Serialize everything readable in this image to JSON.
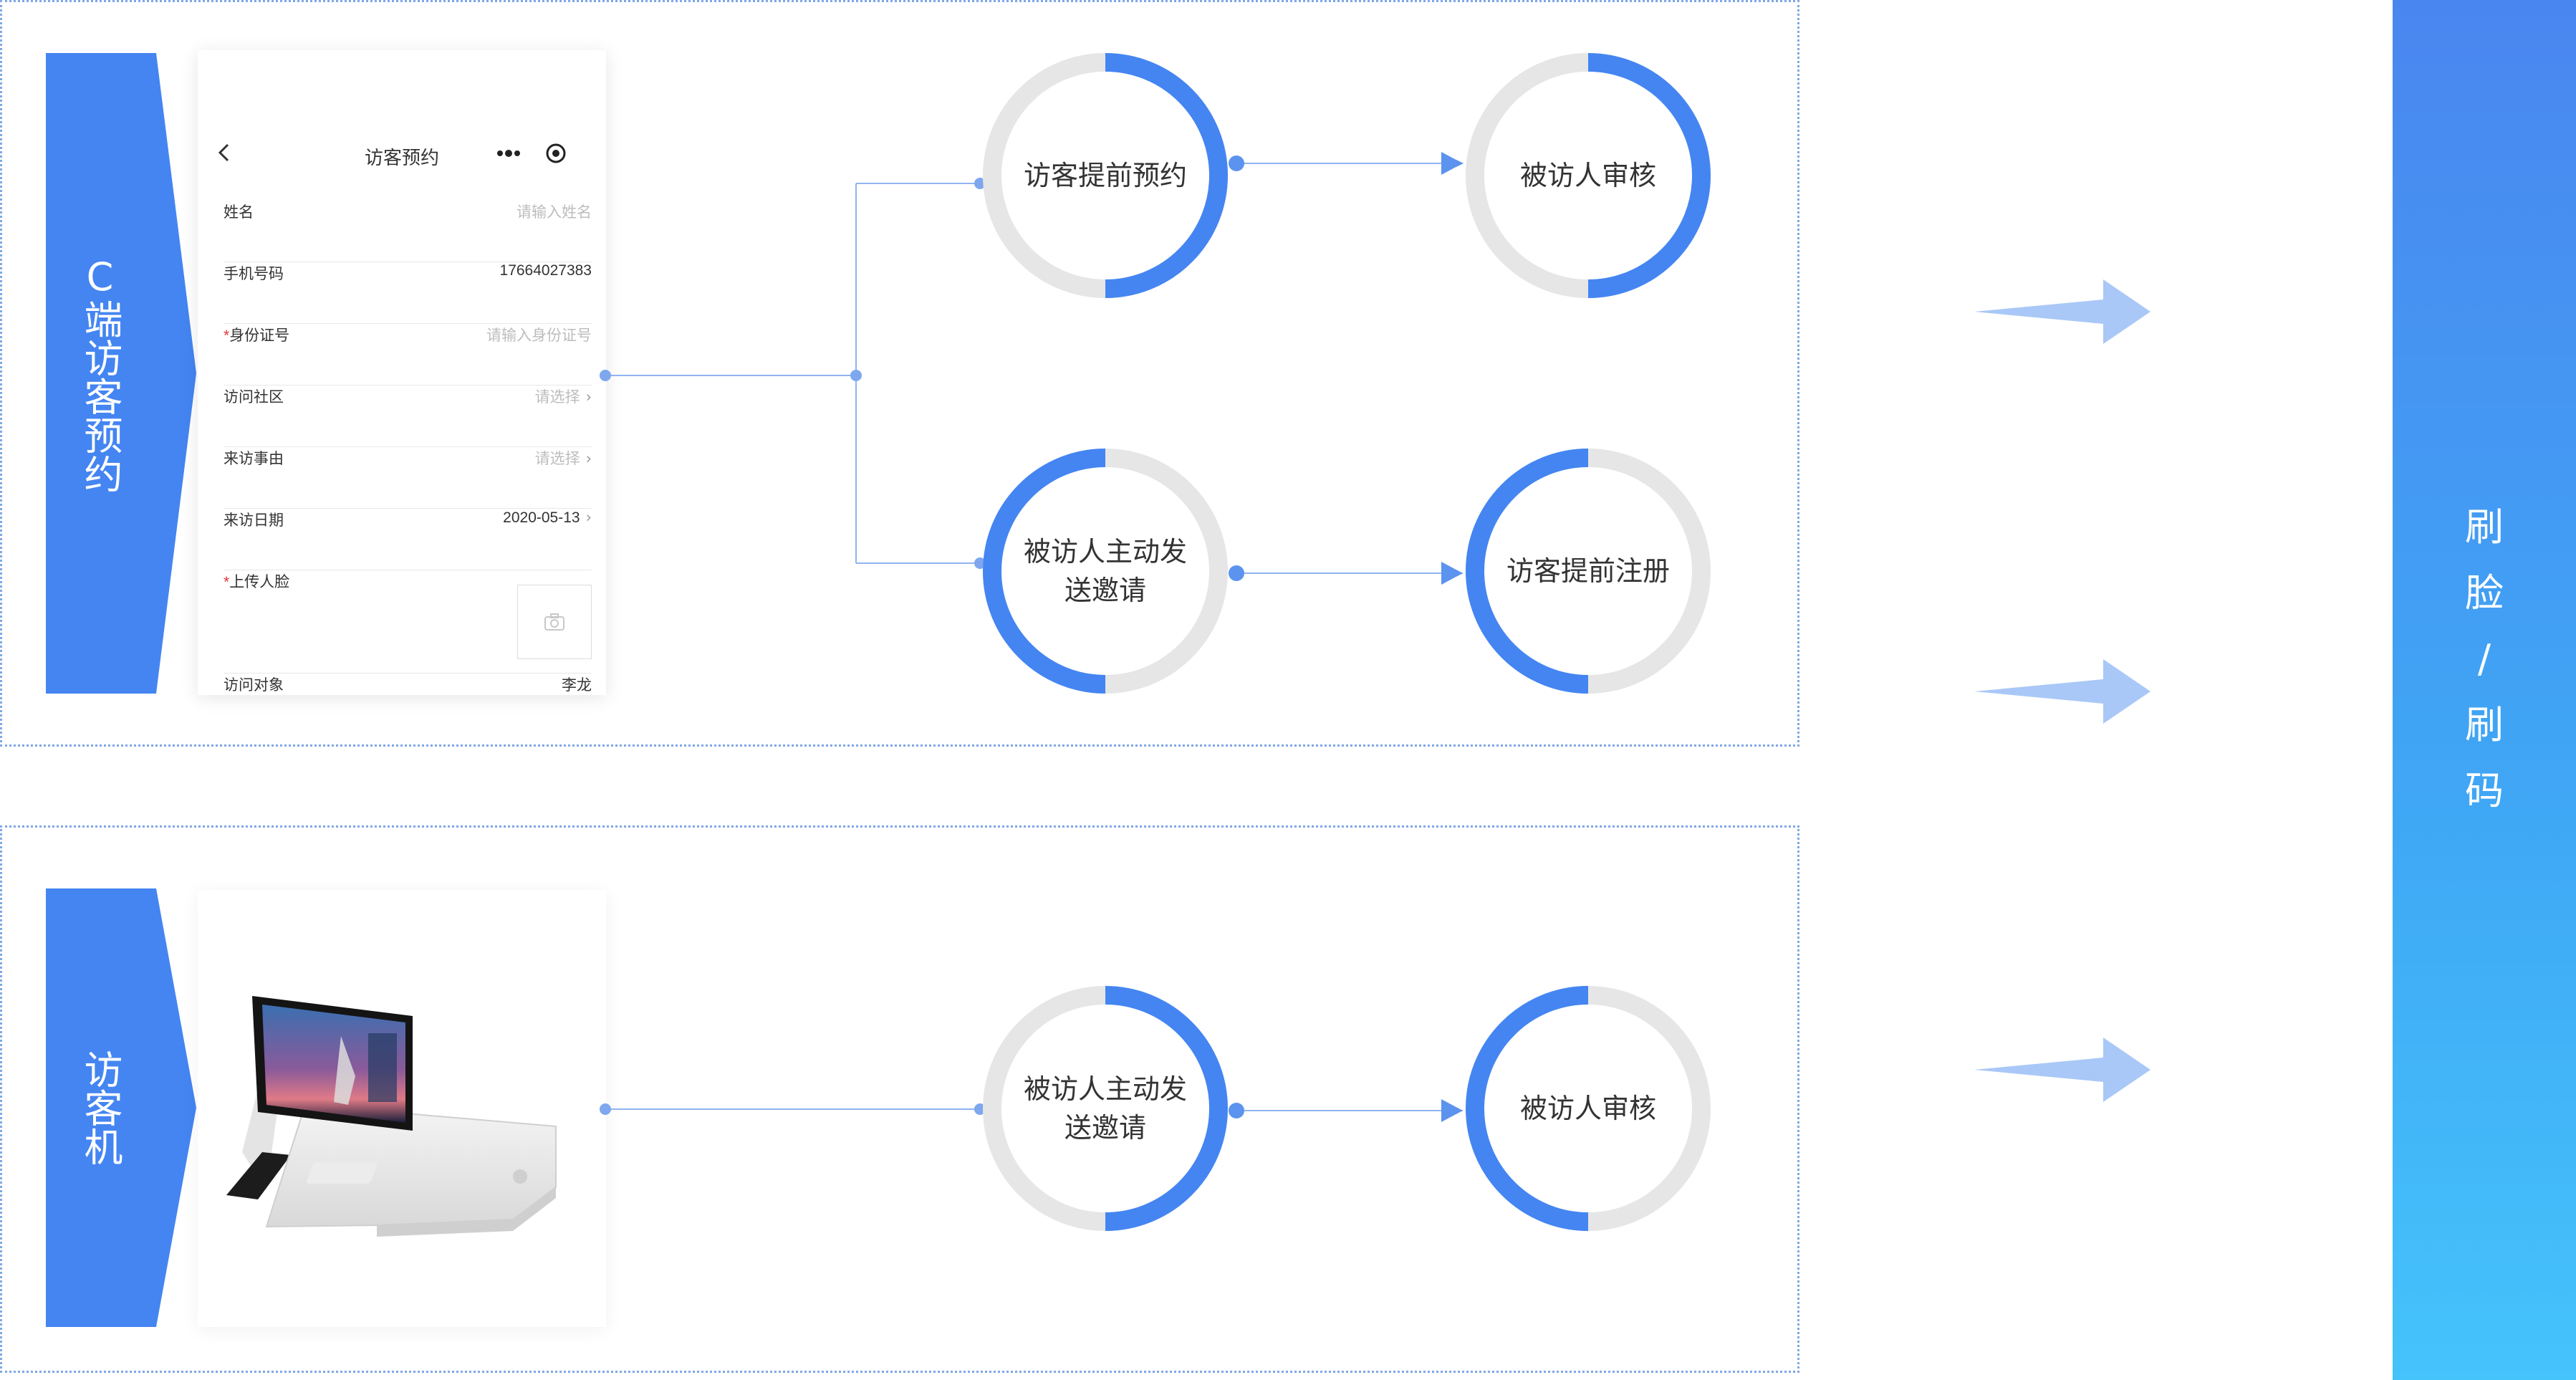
{
  "section_top": {
    "tag": "C端访客预约",
    "form": {
      "title": "访客预约",
      "rows": [
        {
          "label": "姓名",
          "required": false,
          "value": "",
          "placeholder": "请输入姓名",
          "chevron": false
        },
        {
          "label": "手机号码",
          "required": false,
          "value": "17664027383",
          "placeholder": "",
          "chevron": false
        },
        {
          "label": "身份证号",
          "required": true,
          "value": "",
          "placeholder": "请输入身份证号",
          "chevron": false
        },
        {
          "label": "访问社区",
          "required": false,
          "value": "",
          "placeholder": "请选择",
          "chevron": true
        },
        {
          "label": "来访事由",
          "required": false,
          "value": "",
          "placeholder": "请选择",
          "chevron": true
        },
        {
          "label": "来访日期",
          "required": false,
          "value": "2020-05-13",
          "placeholder": "",
          "chevron": true
        },
        {
          "label": "上传人脸",
          "required": true,
          "value": "",
          "placeholder": "",
          "chevron": false,
          "upload": true
        },
        {
          "label": "访问对象",
          "required": false,
          "value": "李龙",
          "placeholder": "",
          "chevron": false
        }
      ]
    },
    "flow_a": {
      "step1": "访客提前预约",
      "step2": "被访人审核"
    },
    "flow_b": {
      "step1": "被访人主动发送邀请",
      "step2": "访客提前注册"
    }
  },
  "section_bottom": {
    "tag": "访客机",
    "flow": {
      "step1": "被访人主动发送邀请",
      "step2": "被访人审核"
    }
  },
  "right_bar": {
    "label": "刷脸/刷码"
  },
  "colors": {
    "accent": "#4485f2",
    "ring_track": "#e6e6e6",
    "line": "#8fb4f2",
    "frame": "#7fa7e6",
    "arrow": "#a9c8f7"
  }
}
